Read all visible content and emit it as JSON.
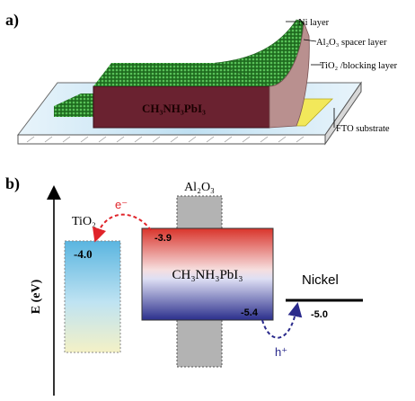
{
  "panel_a": {
    "label": "a)",
    "layers": {
      "ni": "Ni layer",
      "al2o3_spacer": "Al₂O₃ spacer layer",
      "tio2_blocking": "TiO₂ /blocking layer",
      "fto": "FTO substrate",
      "perovskite": "CH₃NH₃PbI₃"
    }
  },
  "panel_b": {
    "label": "b)",
    "axis_label": "E (eV)",
    "tio2": {
      "name": "TiO₂",
      "level": "-4.0"
    },
    "al2o3": {
      "name": "Al₂O₃"
    },
    "perovskite": {
      "name": "CH₃NH₃PbI₃",
      "cb": "-3.9",
      "vb": "-5.4"
    },
    "nickel": {
      "name": "Nickel",
      "level": "-5.0"
    },
    "electron": "e⁻",
    "hole": "h⁺"
  },
  "colors": {
    "green_layer": "#2f8c2f",
    "perovskite_dark": "#5a1e28",
    "tio2_blue": "#7ec8e6",
    "perovskite_red": "#d9342b",
    "perovskite_blue": "#2b2f8c",
    "electron_arrow": "#e0242a",
    "hole_arrow": "#2a2a8c"
  }
}
